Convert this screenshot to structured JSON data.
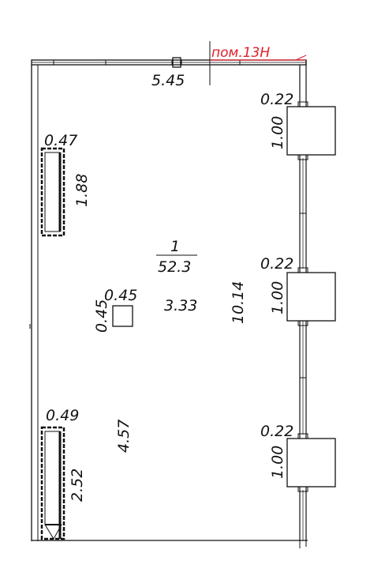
{
  "plan": {
    "room_label": "пом.13Н",
    "room_label_color": "#e0202a",
    "line_color": "#111111",
    "room_number": "1",
    "room_area": "52.3",
    "dimensions": {
      "top_width": "5.45",
      "length": "10.14",
      "inner_width": "3.33",
      "offset_mid": "4.57",
      "column_w": "0.45",
      "column_h": "0.45",
      "left_top_pier": "0.47",
      "left_top_opening": "1.88",
      "left_bottom_pier": "0.49",
      "left_bottom_opening": "2.52",
      "bay_top_depth": "0.22",
      "bay_top_width": "1.00",
      "bay_mid_depth": "0.22",
      "bay_mid_width": "1.00",
      "bay_bottom_depth": "0.22",
      "bay_bottom_width": "1.00"
    }
  }
}
